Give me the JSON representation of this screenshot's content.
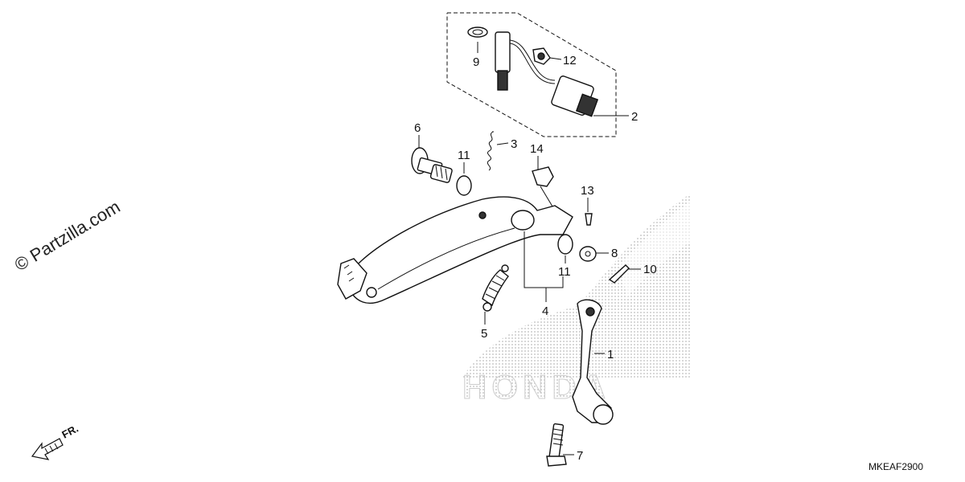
{
  "watermark": {
    "text": "© Partzilla.com"
  },
  "diagram_code": "MKEAF2900",
  "direction_label": "FR.",
  "background_logo": {
    "text": "HONDA"
  },
  "callouts": [
    {
      "id": "c1",
      "text": "1"
    },
    {
      "id": "c2",
      "text": "2"
    },
    {
      "id": "c3",
      "text": "3"
    },
    {
      "id": "c4",
      "text": "4"
    },
    {
      "id": "c5",
      "text": "5"
    },
    {
      "id": "c6",
      "text": "6"
    },
    {
      "id": "c7",
      "text": "7"
    },
    {
      "id": "c8",
      "text": "8"
    },
    {
      "id": "c9",
      "text": "9"
    },
    {
      "id": "c10",
      "text": "10"
    },
    {
      "id": "c11a",
      "text": "11"
    },
    {
      "id": "c11b",
      "text": "11"
    },
    {
      "id": "c12",
      "text": "12"
    },
    {
      "id": "c13",
      "text": "13"
    },
    {
      "id": "c14",
      "text": "14"
    }
  ],
  "colors": {
    "line": "#111111",
    "dots": "#bbbbbb"
  }
}
